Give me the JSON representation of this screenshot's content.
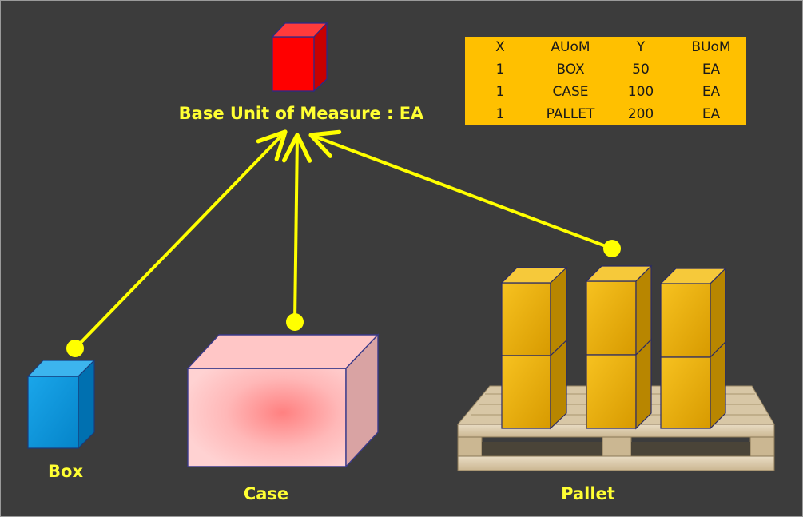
{
  "base_unit_label": "Base Unit of Measure : EA",
  "labels": {
    "box": "Box",
    "case": "Case",
    "pallet": "Pallet"
  },
  "table": {
    "headers": [
      "X",
      "AUoM",
      "Y",
      "BUoM"
    ],
    "rows": [
      [
        "1",
        "BOX",
        "50",
        "EA"
      ],
      [
        "1",
        "CASE",
        "100",
        "EA"
      ],
      [
        "1",
        "PALLET",
        "200",
        "EA"
      ]
    ]
  },
  "colors": {
    "background": "#3c3c3c",
    "arrow": "#ffff00",
    "label": "#ffff33",
    "table_fill": "#ffc000",
    "base_unit_cube": "#ff0000",
    "box_cube": "#0099dd",
    "case_cube": "#ffc4c4",
    "pallet_carton": "#f0b800"
  }
}
